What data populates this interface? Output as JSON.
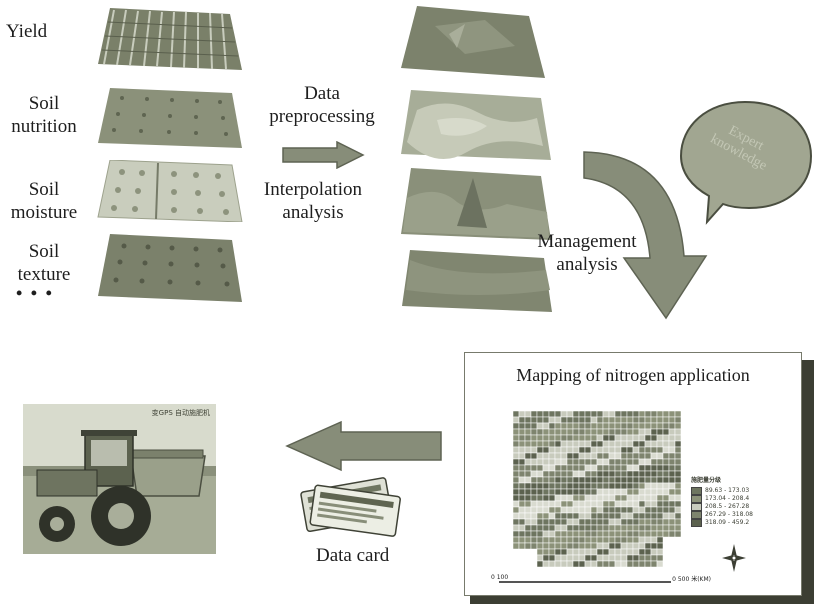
{
  "input_layers": {
    "yield": "Yield",
    "soil_nutrition": [
      "Soil",
      "nutrition"
    ],
    "soil_moisture": [
      "Soil",
      "moisture"
    ],
    "soil_texture": [
      "Soil",
      "texture"
    ],
    "more": "• • •"
  },
  "process_arrow": {
    "above": [
      "Data",
      "preprocessing"
    ],
    "below": [
      "Interpolation",
      "analysis"
    ]
  },
  "expert_bubble": [
    "Expert",
    "knowledge"
  ],
  "management": [
    "Management",
    "analysis"
  ],
  "nitrogen_map": {
    "title": "Mapping of nitrogen application",
    "legend_title": "施肥量分级",
    "legend_items": [
      "89.63 - 173.03",
      "173.04 - 208.4",
      "208.5 - 267.28",
      "267.29 - 318.08",
      "318.09 - 459.2"
    ],
    "scale_left": "0 100",
    "scale_right": "0 500 米(KM)"
  },
  "data_card": "Data card",
  "tractor_caption": "变GPS 自动施肥机",
  "colors": {
    "arrow": "#878d79",
    "arrow_stroke": "#5e6353",
    "bubble": "#a1a691",
    "map_dark": "#6e7560",
    "map_light": "#c8cbbd"
  }
}
